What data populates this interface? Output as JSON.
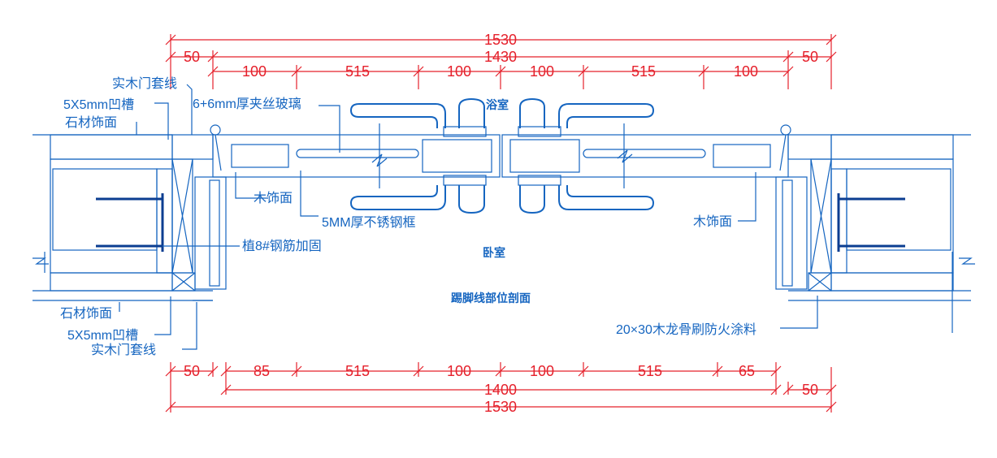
{
  "colors": {
    "dimension": "#e5202b",
    "linework": "#1565c0",
    "rebar": "#0b3d91"
  },
  "dims_top": {
    "overall": "1530",
    "inner": "1430",
    "left_margin": "50",
    "right_margin": "50",
    "segments": [
      "100",
      "515",
      "100",
      "100",
      "515",
      "100"
    ]
  },
  "dims_bottom": {
    "overall": "1530",
    "inner": "1400",
    "left_margin": "50",
    "right_margin": "50",
    "segments": [
      "85",
      "515",
      "100",
      "100",
      "515",
      "65"
    ]
  },
  "labels": {
    "door_casing_top": "实木门套线",
    "groove_top": "5X5mm凹槽",
    "stone_top": "石材饰面",
    "glass": "6+6mm厚夹丝玻璃",
    "bathroom": "浴室",
    "wood_left": "木饰面",
    "steel_frame": "5MM厚不锈钢框",
    "rebar": "植8#钢筋加固",
    "wood_right": "木饰面",
    "bedroom": "卧室",
    "title": "踢脚线部位剖面",
    "stone_bottom": "石材饰面",
    "groove_bottom": "5X5mm凹槽",
    "door_casing_bottom": "实木门套线",
    "keel": "20×30木龙骨刷防火涂料"
  }
}
